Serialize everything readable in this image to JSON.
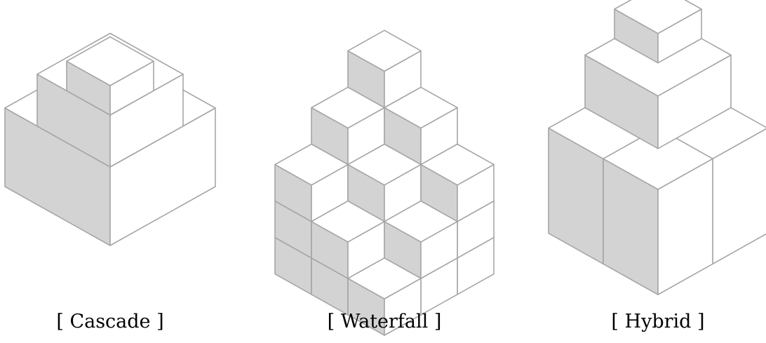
{
  "figure": {
    "panels": [
      {
        "id": "cascade",
        "caption": "[ Cascade ]"
      },
      {
        "id": "waterfall",
        "caption": "[ Waterfall ]"
      },
      {
        "id": "hybrid",
        "caption": "[ Hybrid ]"
      }
    ],
    "colors": {
      "top_face": "#ffffff",
      "shaded_face": "#d3d3d3",
      "light_face": "#ffffff",
      "edge": "#a6a6a6",
      "text": "#000000"
    }
  }
}
